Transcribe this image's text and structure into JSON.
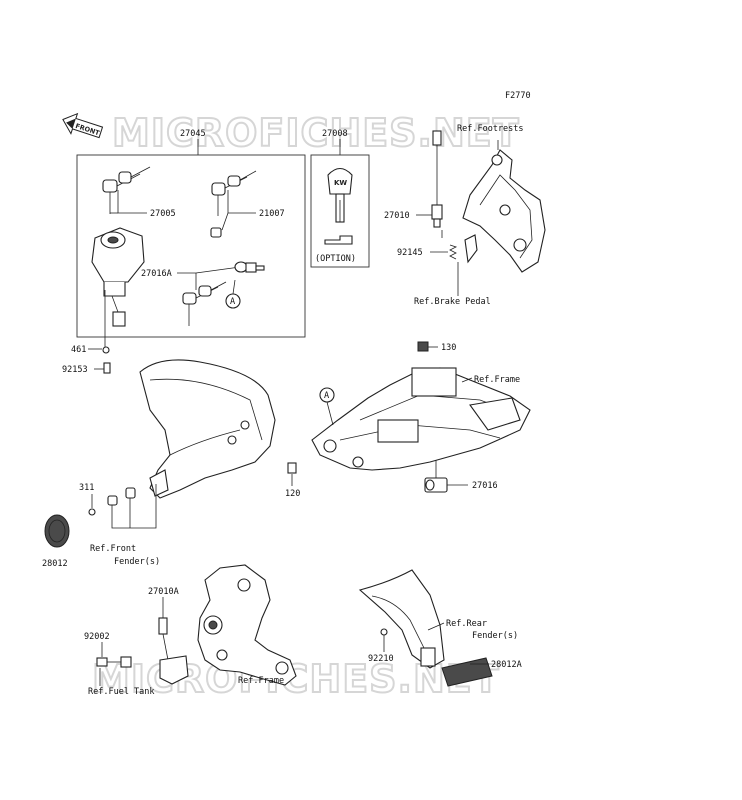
{
  "diagram_code": "F2770",
  "front_label": "FRONT",
  "watermark": "MICROFICHES.NET",
  "option_label": "(OPTION)",
  "callout_letter": "A",
  "parts": {
    "p27045": "27045",
    "p27005": "27005",
    "p21007": "21007",
    "p27016A": "27016A",
    "p27008": "27008",
    "p27010": "27010",
    "p92145": "92145",
    "p461": "461",
    "p92153": "92153",
    "p130": "130",
    "p120": "120",
    "p27016": "27016",
    "p311": "311",
    "p28012": "28012",
    "p27010A": "27010A",
    "p92002": "92002",
    "p92210": "92210",
    "p28012A": "28012A"
  },
  "refs": {
    "footrests": "Ref.Footrests",
    "brake_pedal": "Ref.Brake Pedal",
    "frame_upper": "Ref.Frame",
    "front_fender_1": "Ref.Front",
    "front_fender_2": "Fender(s)",
    "rear_fender_1": "Ref.Rear",
    "rear_fender_2": "Fender(s)",
    "fuel_tank": "Ref.Fuel Tank",
    "frame_lower": "Ref.Frame"
  }
}
